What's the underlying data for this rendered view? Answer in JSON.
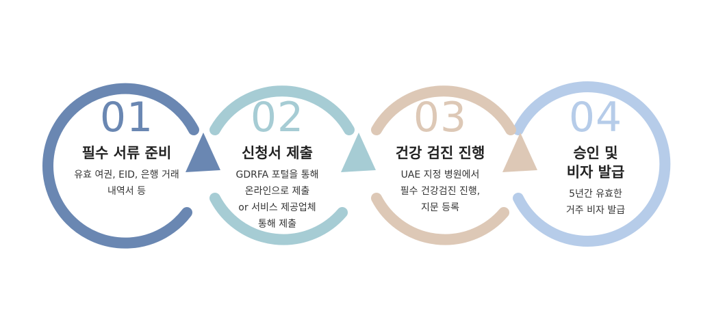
{
  "colors": {
    "step1": "#6a87b2",
    "step2": "#a6ccd4",
    "step3": "#ddc8b6",
    "step4": "#b6cce9"
  },
  "steps": [
    {
      "number": "01",
      "title": "필수 서류 준비",
      "description": "유효 여권, EID, 은행 거래\n내역서 등"
    },
    {
      "number": "02",
      "title": "신청서 제출",
      "description": "GDRFA 포털을 통해\n온라인으로 제출\nor 서비스 제공업체\n통해 제출"
    },
    {
      "number": "03",
      "title": "건강 검진 진행",
      "description": "UAE 지정 병원에서\n필수 건강검진 진행,\n지문 등록"
    },
    {
      "number": "04",
      "title": "승인 및\n비자 발급",
      "description": "5년간 유효한\n거주 비자 발급"
    }
  ]
}
